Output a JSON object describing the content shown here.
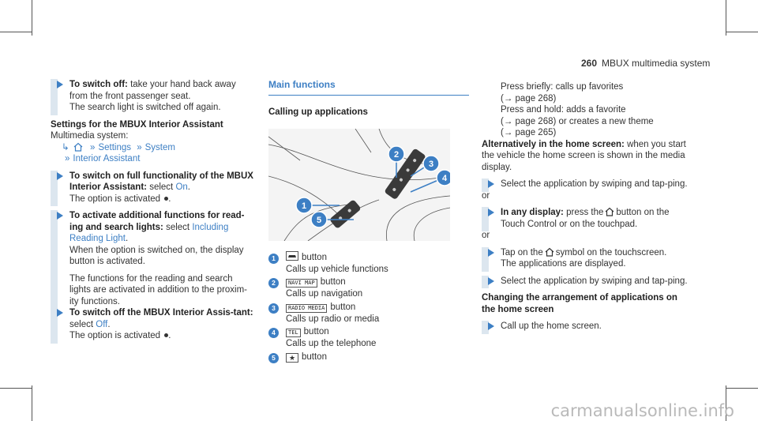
{
  "header": {
    "page_number": "260",
    "section": "MBUX multimedia system"
  },
  "col1": {
    "switch_off": {
      "title": "To switch off:",
      "text1": "take your hand back away from the front passenger seat.",
      "text2": "The search light is switched off again."
    },
    "settings": {
      "title": "Settings for the MBUX Interior Assistant",
      "system": "Multimedia system:",
      "path1": "Settings",
      "path2": "System",
      "path3": "Interior Assistant"
    },
    "full_func": {
      "title": "To switch on full functionality of the MBUX Interior Assistant:",
      "select": "select",
      "option": "On",
      "result": "The option is activated"
    },
    "read_light": {
      "title": "To activate additional functions for read-ing and search lights:",
      "select": "select",
      "option": "Including Reading Light",
      "text1": "When the option is switched on, the display button is activated.",
      "text2": "The functions for the reading and search lights are activated in addition to the proxim-ity functions."
    },
    "assist_off": {
      "title": "To switch off the MBUX Interior Assis-tant:",
      "select": "select",
      "option": "Off",
      "result": "The option is activated"
    }
  },
  "col2": {
    "section_title": "Main functions",
    "subtitle": "Calling up applications",
    "callouts": [
      "1",
      "2",
      "3",
      "4",
      "5"
    ],
    "items": [
      {
        "num": "1",
        "key": "car",
        "label": "button",
        "desc": "Calls up vehicle functions"
      },
      {
        "num": "2",
        "key": "NAVI MAP",
        "label": "button",
        "desc": "Calls up navigation"
      },
      {
        "num": "3",
        "key": "RADIO MEDIA",
        "label": "button",
        "desc": "Calls up radio or media"
      },
      {
        "num": "4",
        "key": "TEL",
        "label": "button",
        "desc": "Calls up the telephone"
      },
      {
        "num": "5",
        "key": "star",
        "label": "button",
        "desc": ""
      }
    ]
  },
  "col3": {
    "press_briefly": "Press briefly: calls up favorites",
    "page268a": "(→ page 268)",
    "press_hold": "Press and hold: adds a favorite",
    "page268b": "(→ page 268) or creates a new theme",
    "page265": "(→ page 265)",
    "alt_title": "Alternatively in the home screen:",
    "alt_text": "when you start the vehicle the home screen is shown in the media display.",
    "select_app": "Select the application by swiping and tap-ping.",
    "or1": "or",
    "any_display_title": "In any display:",
    "any_display_text1": "press the",
    "any_display_text2": "button on the Touch Control or on the touchpad.",
    "or2": "or",
    "tap_on": "Tap on the",
    "tap_on2": "symbol on the touchscreen.",
    "apps_displayed": "The applications are displayed.",
    "select_app2": "Select the application by swiping and tap-ping.",
    "change_title": "Changing the arrangement of applications on the home screen",
    "call_up": "Call up the home screen."
  },
  "watermark": "carmanualsonline.info",
  "colors": {
    "accent": "#3d7fc4",
    "bar": "#dce6ef"
  }
}
